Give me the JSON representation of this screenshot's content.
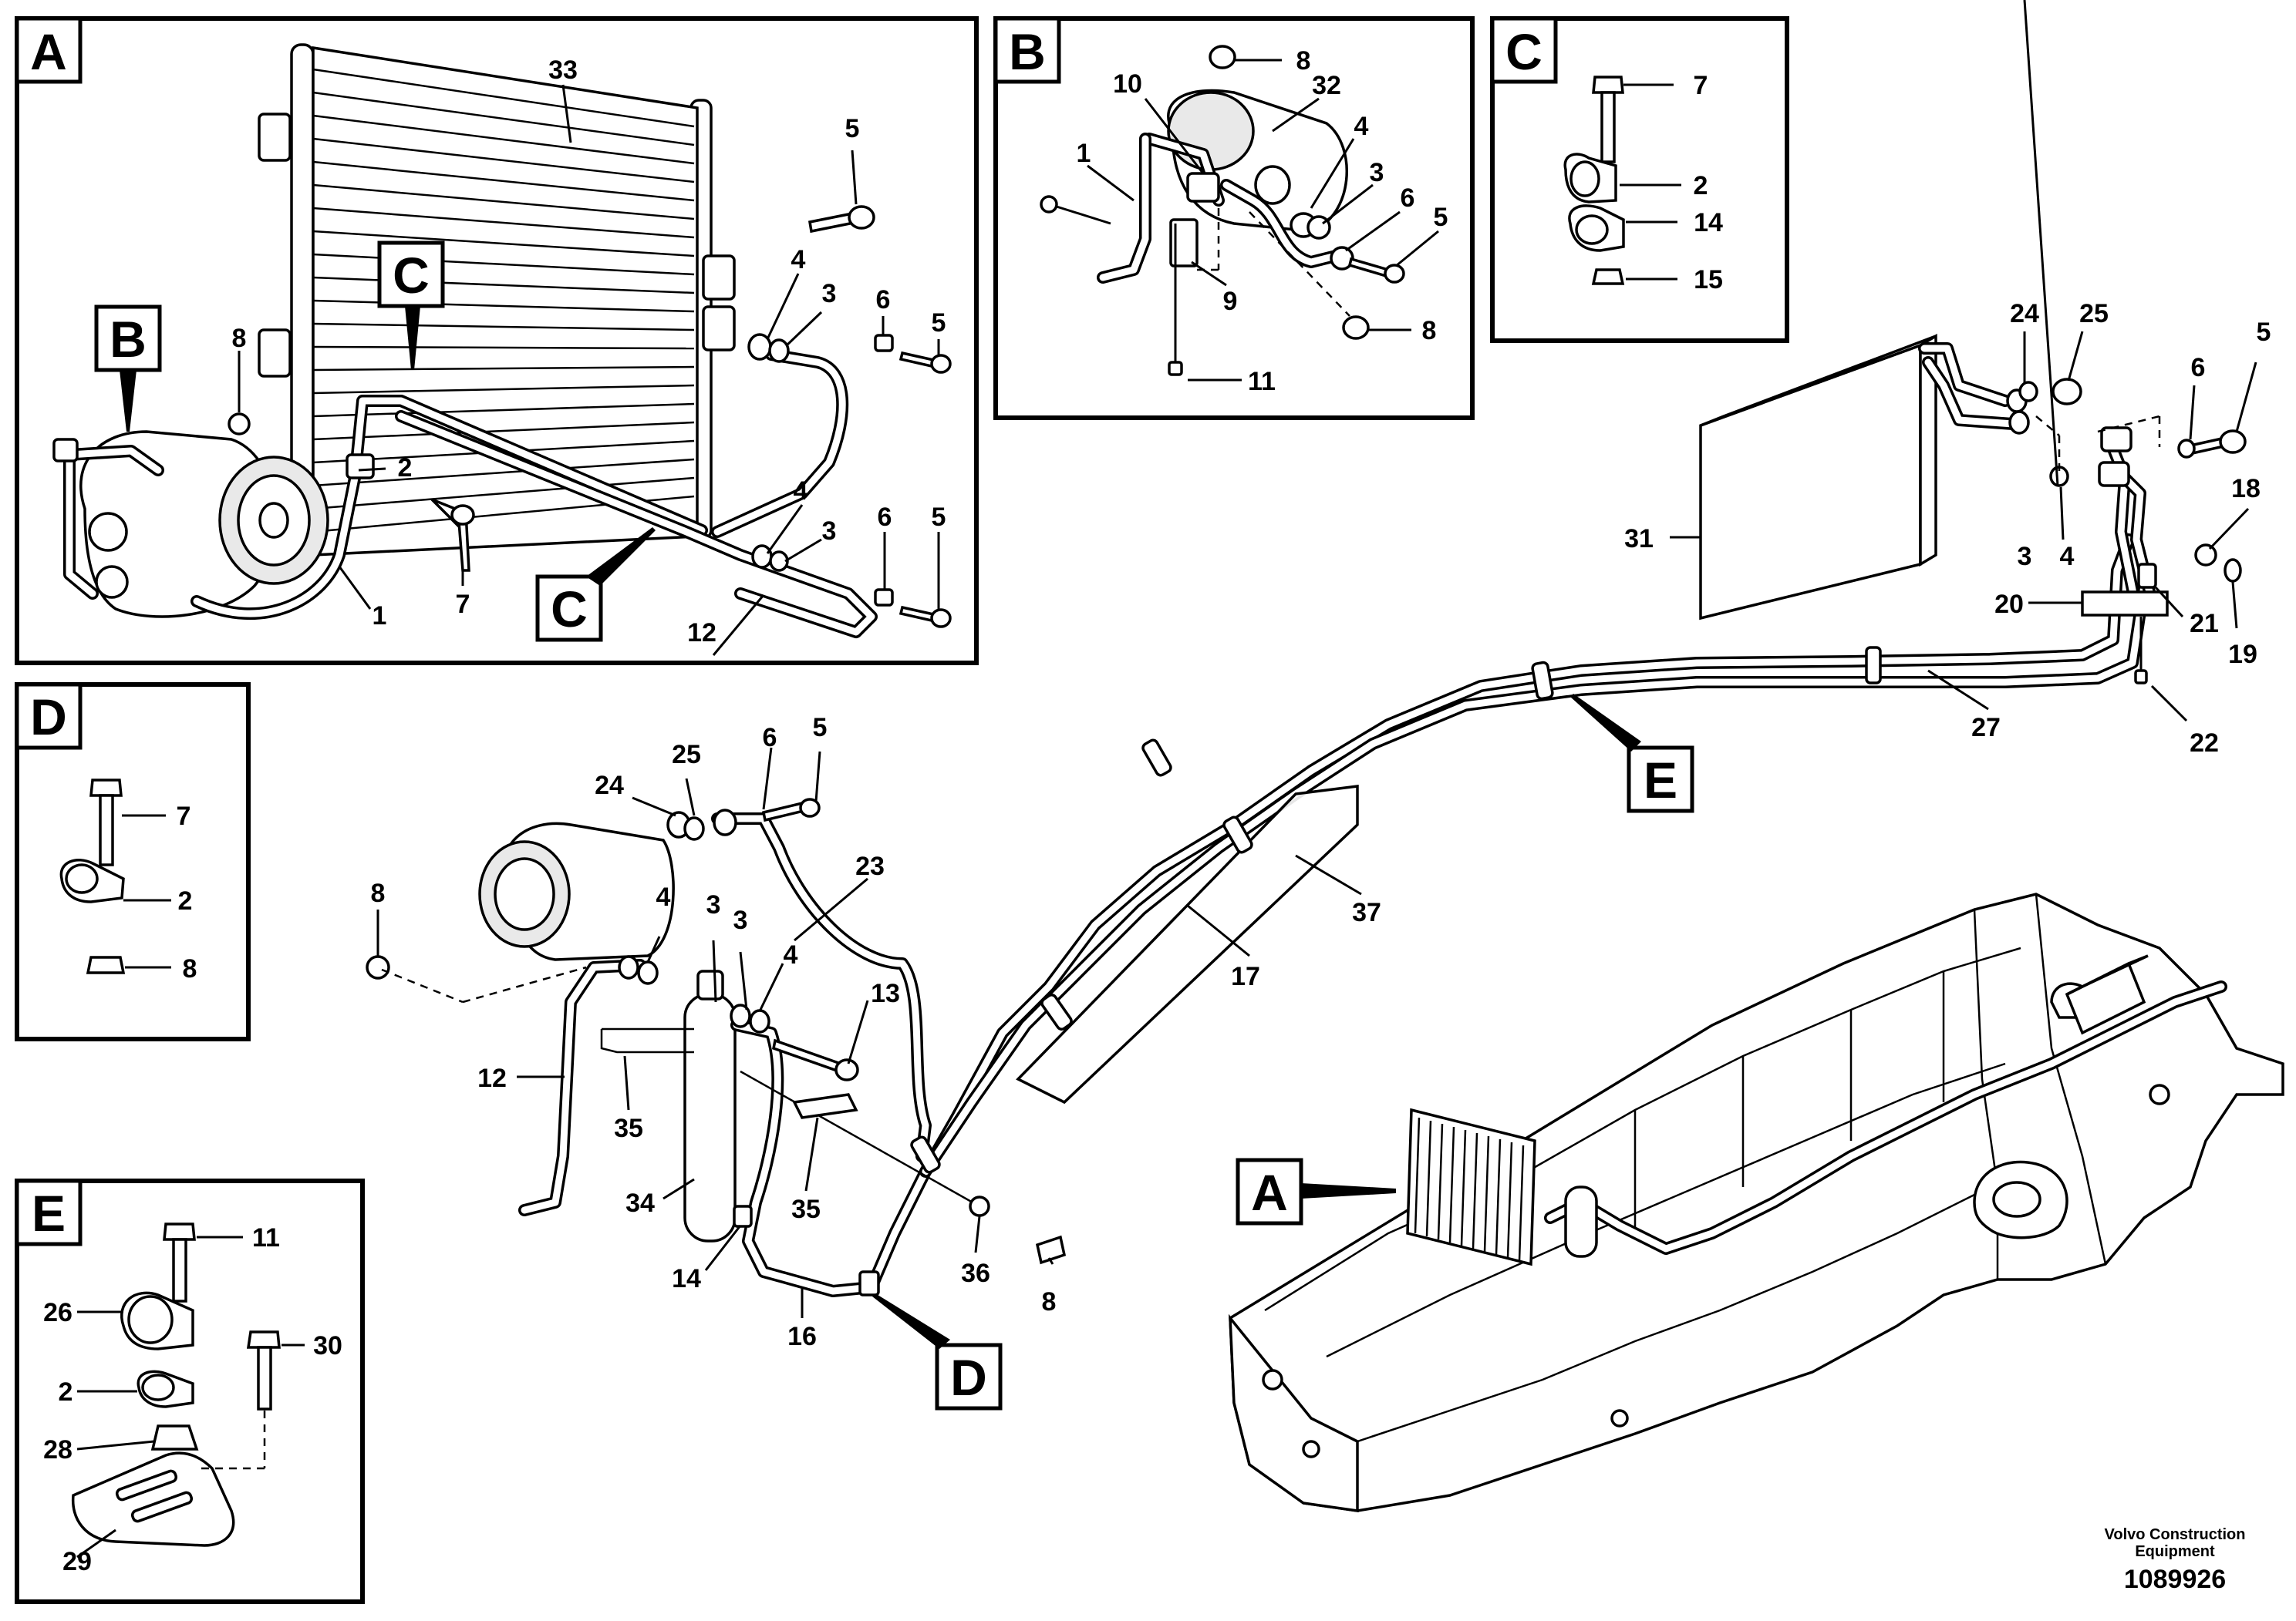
{
  "manufacturer": "Volvo Construction Equipment",
  "drawing_number": "1089926",
  "panels": {
    "A": {
      "letter": "A",
      "callouts": {
        "c33": "33",
        "c5a": "5",
        "c4a": "4",
        "c3a": "3",
        "c6a": "6",
        "c5b": "5",
        "c8": "8",
        "c2": "2",
        "c1": "1",
        "c7": "7",
        "c4b": "4",
        "c3b": "3",
        "c6b": "6",
        "c5c": "5",
        "c12": "12"
      },
      "refs": {
        "B": "B",
        "C_top": "C",
        "C_bottom": "C"
      }
    },
    "B": {
      "letter": "B",
      "callouts": {
        "c8a": "8",
        "c10": "10",
        "c32": "32",
        "c4": "4",
        "c1": "1",
        "c3": "3",
        "c6": "6",
        "c5": "5",
        "c9": "9",
        "c8b": "8",
        "c11": "11"
      }
    },
    "C": {
      "letter": "C",
      "callouts": {
        "c7": "7",
        "c2": "2",
        "c14": "14",
        "c15": "15"
      }
    },
    "D": {
      "letter": "D",
      "callouts": {
        "c7": "7",
        "c2": "2",
        "c8": "8"
      }
    },
    "E": {
      "letter": "E",
      "callouts": {
        "c11": "11",
        "c26": "26",
        "c30": "30",
        "c2": "2",
        "c28": "28",
        "c29": "29"
      }
    }
  },
  "main": {
    "callouts": {
      "c24": "24",
      "c25": "25",
      "c6": "6",
      "c5": "5",
      "c8a": "8",
      "c4": "4",
      "c3a": "3",
      "c3b": "3",
      "c23": "23",
      "c4b": "4",
      "c13": "13",
      "c12": "12",
      "c35a": "35",
      "c34": "34",
      "c35b": "35",
      "c14": "14",
      "c16": "16",
      "c36": "36",
      "c8b": "8",
      "c17": "17",
      "c37": "37",
      "c27": "27",
      "c22": "22"
    },
    "refs": {
      "D": "D",
      "E": "E",
      "A": "A"
    }
  },
  "evaporator": {
    "callouts": {
      "c24": "24",
      "c25": "25",
      "c6": "6",
      "c5": "5",
      "c31": "31",
      "c18": "18",
      "c3": "3",
      "c4": "4",
      "c20": "20",
      "c21": "21",
      "c19": "19"
    }
  }
}
